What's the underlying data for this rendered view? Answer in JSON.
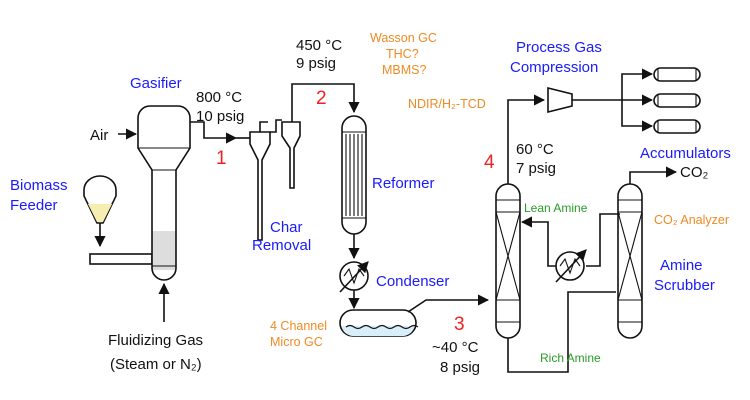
{
  "labels": {
    "gasifier": "Gasifier",
    "gasifier_conditions_t": "800 °C",
    "gasifier_conditions_p": "10 psig",
    "air": "Air",
    "biomass_feeder_1": "Biomass",
    "biomass_feeder_2": "Feeder",
    "fluidizing_gas_1": "Fluidizing Gas",
    "fluidizing_gas_2": "(Steam or N₂)",
    "char_removal_1": "Char",
    "char_removal_2": "Removal",
    "reformer_inlet_t": "450 °C",
    "reformer_inlet_p": "9 psig",
    "analyzers_1": "Wasson GC",
    "analyzers_2": "THC?",
    "analyzers_3": "MBMS?",
    "reformer": "Reformer",
    "condenser": "Condenser",
    "micro_gc_1": "4 Channel",
    "micro_gc_2": "Micro GC",
    "condenser_out_t": "~40 °C",
    "condenser_out_p": "8 psig",
    "ndir": "NDIR/H₂-TCD",
    "pgc_1": "Process Gas",
    "pgc_2": "Compression",
    "absorber_out_t": "60 °C",
    "absorber_out_p": "7 psig",
    "accumulators": "Accumulators",
    "lean_amine": "Lean Amine",
    "rich_amine": "Rich Amine",
    "co2": "CO₂",
    "co2_analyzer": "CO₂ Analyzer",
    "amine_scrubber_1": "Amine",
    "amine_scrubber_2": "Scrubber"
  },
  "sample_points": [
    "1",
    "2",
    "3",
    "4"
  ],
  "colors": {
    "equipment_label": "#1a1aff",
    "analyzer_label": "#f08a24",
    "amine_label": "#2a9a2a",
    "sample_point": "#ee2222",
    "liquid": "#d8eef8",
    "biomass": "#f6eeb0",
    "bed": "#dddddd"
  }
}
